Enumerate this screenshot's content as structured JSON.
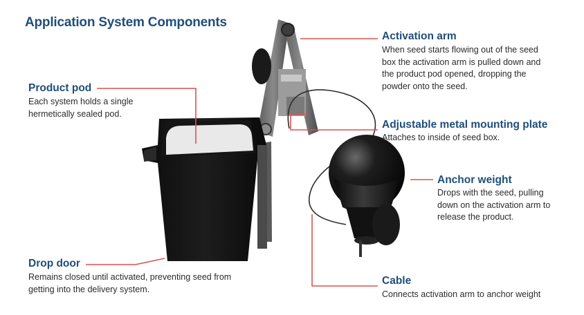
{
  "title": "Application System Components",
  "colors": {
    "title": "#1f4e79",
    "leader_line": "#d9534f",
    "body_text": "#2b2b2b"
  },
  "callouts": {
    "product_pod": {
      "title": "Product pod",
      "body": "Each system holds a single hermetically sealed pod."
    },
    "drop_door": {
      "title": "Drop door",
      "body": "Remains closed until activated, preventing seed from getting into the delivery system."
    },
    "activation_arm": {
      "title": "Activation arm",
      "body": "When seed starts flowing out of the seed box the activation arm is pulled down and the product pod opened, dropping the powder onto the seed."
    },
    "mounting_plate": {
      "title": "Adjustable metal mounting plate",
      "body": "Attaches to inside of seed box."
    },
    "anchor_weight": {
      "title": "Anchor weight",
      "body": "Drops with the seed, pulling down on the activation arm to release the product."
    },
    "cable": {
      "title": "Cable",
      "body": "Connects activation arm to anchor weight"
    }
  }
}
